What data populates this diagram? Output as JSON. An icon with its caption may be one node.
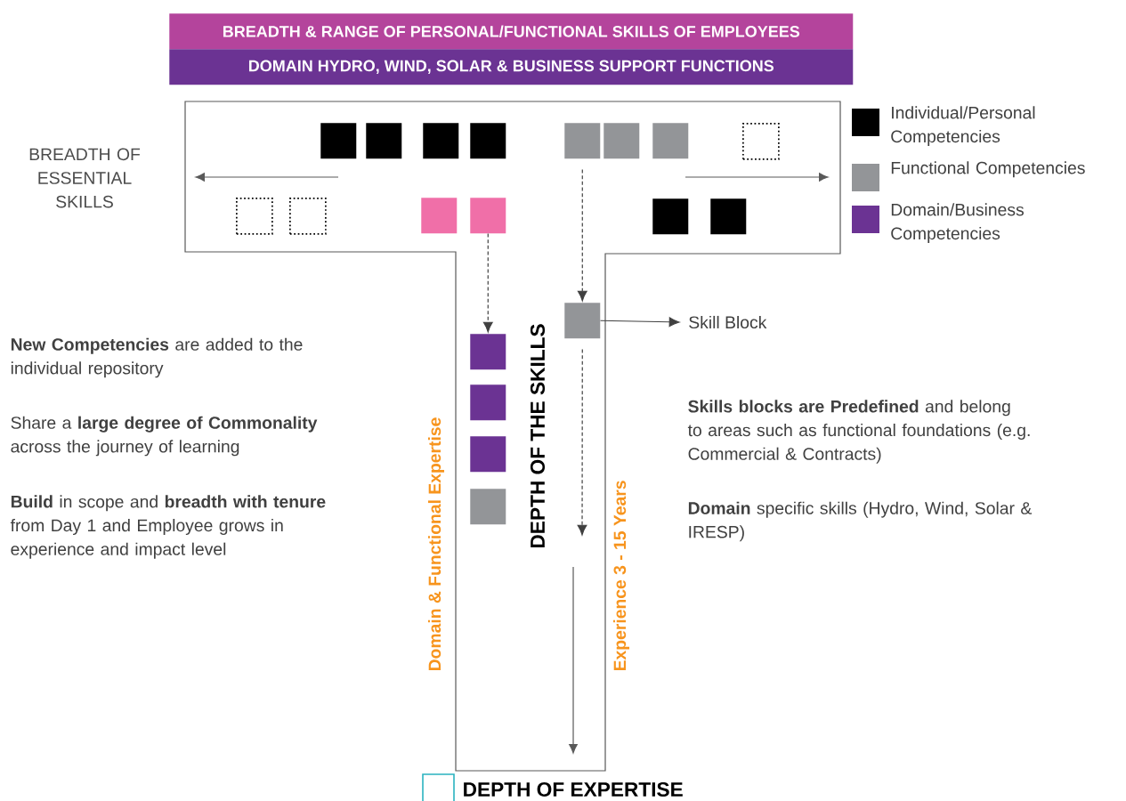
{
  "diagram": {
    "nodes": [
      {
        "text": [
          "BREADTH & RANGE OF PERSONAL/FUNCTIONAL SKILLS OF EMPLOYEES"
        ]
      },
      {
        "text": [
          "DOMAIN HYDRO, WIND, SOLAR & BUSINESS SUPPORT FUNCTIONS"
        ]
      },
      {
        "text": [],
        "shape": "box"
      },
      {
        "text": [],
        "shape": "box",
        "in": 2
      },
      {
        "text": [],
        "shape": "box",
        "in": 2
      },
      {
        "text": [],
        "shape": "box",
        "in": 2
      },
      {
        "text": [],
        "shape": "box",
        "in": 2
      },
      {
        "text": [],
        "shape": "box",
        "in": 2
      },
      {
        "text": [],
        "shape": "box",
        "in": 2
      },
      {
        "text": [],
        "shape": "box",
        "in": 2
      },
      {
        "text": [],
        "shape": "box",
        "in": 2
      },
      {
        "text": [],
        "shape": "box",
        "in": 2
      },
      {
        "text": [],
        "shape": "box",
        "in": 2
      },
      {
        "text": [],
        "shape": "box",
        "in": 2
      },
      {
        "text": [],
        "shape": "box",
        "in": 2
      },
      {
        "text": [],
        "shape": "box",
        "in": 2
      },
      {
        "text": [],
        "shape": "box",
        "in": 2
      },
      {
        "text": [],
        "shape": "box",
        "in": 2
      },
      {
        "text": [],
        "shape": "box",
        "in": 2
      },
      {
        "text": [],
        "shape": "box",
        "in": 2
      },
      {
        "text": [],
        "shape": "box",
        "in": 2
      },
      {
        "text": [],
        "shape": "box",
        "in": 2
      },
      {
        "text": [
          "Skill Block"
        ]
      }
    ],
    "edges": [
      {
        "from": 14,
        "to": 18,
        "arrow": "to",
        "style": "dashed"
      },
      {
        "from": 7,
        "to": 17,
        "arrow": "to",
        "style": "dashed"
      },
      {
        "from": 17,
        "to": 22,
        "arrow": "to"
      },
      {
        "from": 17,
        "to": null,
        "arrow": "to",
        "style": "dashed"
      }
    ],
    "labels": [
      "BREADTH OF ESSENTIAL SKILLS",
      "**New Competencies** are added to the individual repository",
      "DEPTH OF THE SKILLS",
      "Share a **large degree of Commonality** across the journey of learning",
      "Domain & Functional Expertise",
      "Experience 3 - 15 Years",
      "**Skills blocks are Predefined** and belong to areas such as functional foundations (e.g. Commercial & Contracts)",
      "**Build** in scope and **breadth with tenure** from Day 1 and Employee grows in experience and impact level",
      "**Domain** specific skills (Hydro, Wind, Solar & IRESP)",
      "DEPTH OF EXPERTISE"
    ],
    "legend": [
      {
        "text": "Individual/Personal Competencies",
        "color": "#000000"
      },
      {
        "text": "Functional Competencies",
        "color": "#939598"
      },
      {
        "text": "Domain/Business Competencies",
        "color": "#6b3393"
      }
    ]
  }
}
